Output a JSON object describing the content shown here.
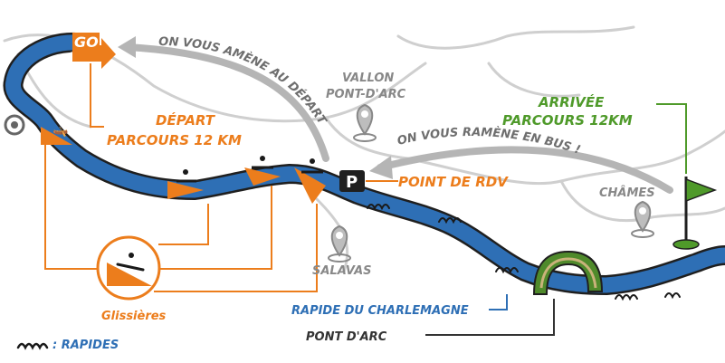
{
  "go_sign": "GO",
  "places": {
    "vallon_line1": "VALLON",
    "vallon_line2": "PONT-D'ARC",
    "chames": "CHÂMES",
    "salavas": "SALAVAS"
  },
  "depart": {
    "line1": "DÉPART",
    "line2": "PARCOURS 12 KM"
  },
  "arrivee": {
    "line1": "ARRIVÉE",
    "line2": "PARCOURS 12KM"
  },
  "arrows": {
    "return_to_start": "ON VOUS AMÈNE AU DÉPART",
    "bus_return": "ON VOUS RAMÈNE EN BUS !"
  },
  "meeting_point": {
    "icon_letter": "P",
    "label": "POINT DE RDV"
  },
  "rapide_charlemagne": "RAPIDE DU CHARLEMAGNE",
  "pont_darc": "PONT D'ARC",
  "glissieres": "Glissières",
  "legend": {
    "rapides": ": RAPIDES"
  },
  "colors": {
    "river": "#2e6fb5",
    "orange": "#ec7d1c",
    "green": "#4f9a2a",
    "grey_arrow": "#b5b5b5",
    "road": "#c9c9c9",
    "text_dark": "#333333",
    "text_grey": "#888888"
  }
}
